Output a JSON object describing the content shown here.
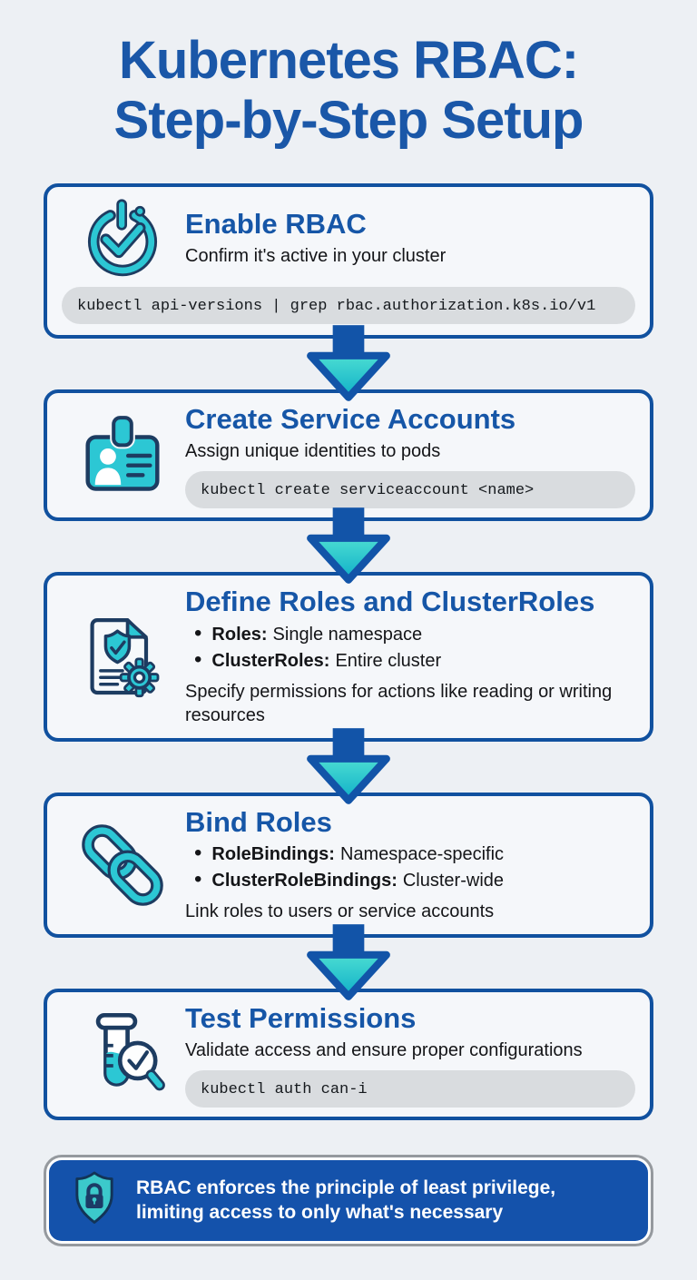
{
  "title": {
    "line1": "Kubernetes RBAC:",
    "line2": "Step-by-Step Setup"
  },
  "colors": {
    "heading_blue": "#1a57a8",
    "card_border_blue": "#11519f",
    "arrow_blue": "#1254a8",
    "banner_blue": "#1452ab",
    "teal_accent": "#2cc7d4",
    "icon_outline_navy": "#1d3c61",
    "code_pill_bg": "#d9dcdf",
    "page_bg": "#edf0f4",
    "card_bg": "#f5f7fa"
  },
  "steps": [
    {
      "icon": "power-check-icon",
      "title": "Enable RBAC",
      "description": "Confirm it's active in your cluster",
      "command": "kubectl api-versions | grep rbac.authorization.k8s.io/v1"
    },
    {
      "icon": "id-badge-icon",
      "title": "Create Service Accounts",
      "description": "Assign unique identities to pods",
      "command": "kubectl create serviceaccount <name>"
    },
    {
      "icon": "policy-document-icon",
      "title": "Define Roles and ClusterRoles",
      "bullets": [
        {
          "label": "Roles:",
          "text": "Single namespace"
        },
        {
          "label": "ClusterRoles:",
          "text": "Entire cluster"
        }
      ],
      "description": "Specify permissions for actions like reading or writing resources"
    },
    {
      "icon": "chain-link-icon",
      "title": "Bind Roles",
      "bullets": [
        {
          "label": "RoleBindings:",
          "text": "Namespace-specific"
        },
        {
          "label": "ClusterRoleBindings:",
          "text": "Cluster-wide"
        }
      ],
      "description": "Link roles to users or service accounts"
    },
    {
      "icon": "test-tube-magnifier-icon",
      "title": "Test Permissions",
      "description": "Validate access and ensure proper configurations",
      "command": "kubectl auth can-i"
    }
  ],
  "footer": {
    "icon": "lock-shield-icon",
    "line1": "RBAC enforces the principle of least privilege,",
    "line2": "limiting access to only what's necessary"
  }
}
